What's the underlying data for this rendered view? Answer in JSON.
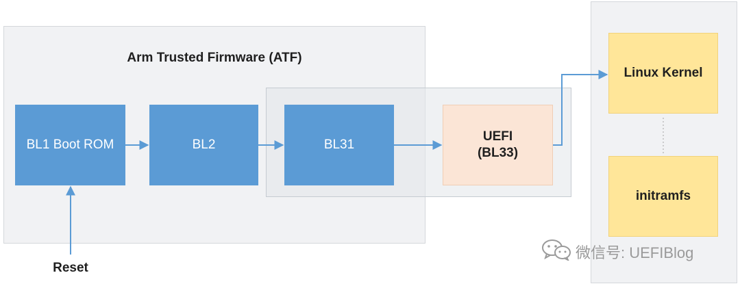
{
  "diagram": {
    "title": "Arm Trusted Firmware (ATF)",
    "boxes": {
      "bl1": "BL1 Boot ROM",
      "bl2": "BL2",
      "bl31": "BL31",
      "uefi_line1": "UEFI",
      "uefi_line2": "(BL33)",
      "linux": "Linux Kernel",
      "initramfs": "initramfs"
    },
    "reset_label": "Reset",
    "watermark": "微信号: UEFIBlog",
    "watermark_icon": "wechat-icon",
    "colors": {
      "stage_blue": "#5b9bd5",
      "uefi_peach": "#fbe5d6",
      "os_yellow": "#ffe699",
      "arrow": "#5b9bd5"
    }
  }
}
